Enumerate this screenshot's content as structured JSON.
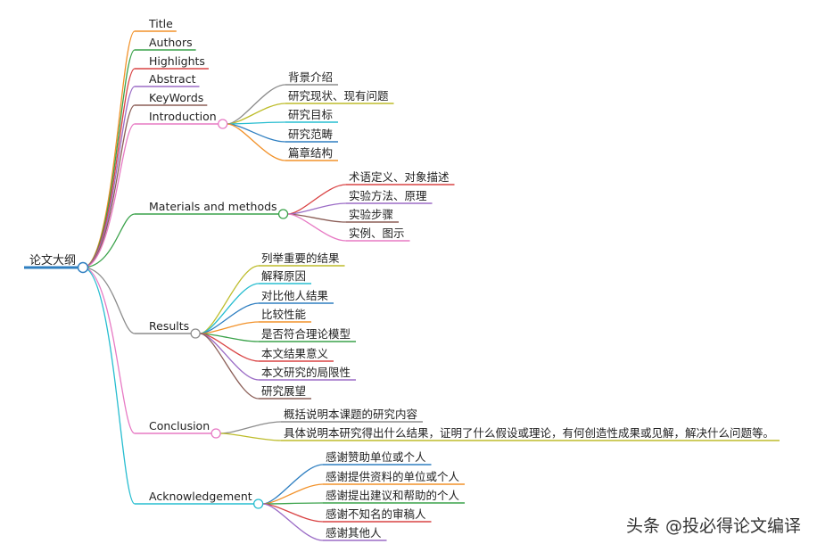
{
  "root": {
    "label": "论文大纲"
  },
  "branches": [
    {
      "label": "Title",
      "color": "#f2922a",
      "children": []
    },
    {
      "label": "Authors",
      "color": "#3aa24a",
      "children": []
    },
    {
      "label": "Highlights",
      "color": "#d94344",
      "children": []
    },
    {
      "label": "Abstract",
      "color": "#9b6cc6",
      "children": []
    },
    {
      "label": "KeyWords",
      "color": "#8b5e57",
      "children": []
    },
    {
      "label": "Introduction",
      "color": "#e77ac4",
      "children": [
        {
          "label": "背景介绍",
          "color": "#8c8c8c"
        },
        {
          "label": "研究现状、现有问题",
          "color": "#bdbc2a"
        },
        {
          "label": "研究目标",
          "color": "#27bdd0"
        },
        {
          "label": "研究范畴",
          "color": "#2f7fc1"
        },
        {
          "label": "篇章结构",
          "color": "#f2922a"
        }
      ]
    },
    {
      "label": "Materials and methods",
      "color": "#3aa24a",
      "children": [
        {
          "label": "术语定义、对象描述",
          "color": "#d94344"
        },
        {
          "label": "实验方法、原理",
          "color": "#9b6cc6"
        },
        {
          "label": "实验步骤",
          "color": "#8b5e57"
        },
        {
          "label": "实例、图示",
          "color": "#e77ac4"
        }
      ]
    },
    {
      "label": "Results",
      "color": "#8c8c8c",
      "children": [
        {
          "label": "列举重要的结果",
          "color": "#bdbc2a"
        },
        {
          "label": "解释原因",
          "color": "#27bdd0"
        },
        {
          "label": "对比他人结果",
          "color": "#2f7fc1"
        },
        {
          "label": "比较性能",
          "color": "#f2922a"
        },
        {
          "label": "是否符合理论模型",
          "color": "#3aa24a"
        },
        {
          "label": "本文结果意义",
          "color": "#d94344"
        },
        {
          "label": "本文研究的局限性",
          "color": "#9b6cc6"
        },
        {
          "label": "研究展望",
          "color": "#8b5e57"
        }
      ]
    },
    {
      "label": "Conclusion",
      "color": "#e77ac4",
      "children": [
        {
          "label": "概括说明本课题的研究内容",
          "color": "#8c8c8c"
        },
        {
          "label": "具体说明本研究得出什么结果，证明了什么假设或理论，有何创造性成果或见解，解决什么问题等。",
          "color": "#bdbc2a"
        }
      ]
    },
    {
      "label": "Acknowledgement",
      "color": "#27bdd0",
      "children": [
        {
          "label": "感谢赞助单位或个人",
          "color": "#2f7fc1"
        },
        {
          "label": "感谢提供资料的单位或个人",
          "color": "#f2922a"
        },
        {
          "label": "感谢提出建议和帮助的个人",
          "color": "#3aa24a"
        },
        {
          "label": "感谢不知名的审稿人",
          "color": "#d94344"
        },
        {
          "label": "感谢其他人",
          "color": "#9b6cc6"
        }
      ]
    }
  ],
  "colors": {
    "root_line": "#2f7fc1"
  },
  "watermark": {
    "text": "头条 @投必得论文编译"
  }
}
